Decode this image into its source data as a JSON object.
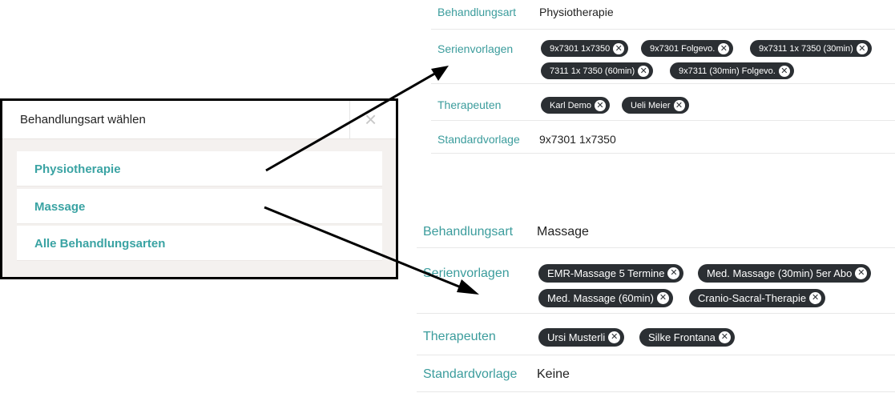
{
  "modal": {
    "title": "Behandlungsart wählen",
    "close_symbol": "×",
    "options": [
      "Physiotherapie",
      "Massage",
      "Alle Behandlungsarten"
    ]
  },
  "panel_physio": {
    "behandlungsart_label": "Behandlungsart",
    "behandlungsart_value": "Physiotherapie",
    "serienvorlagen_label": "Serienvorlagen",
    "serienvorlagen": [
      "9x7301 1x7350",
      "9x7301 Folgevo.",
      "9x7311 1x 7350 (30min)",
      "7311 1x 7350 (60min)",
      "9x7311 (30min) Folgevo."
    ],
    "therapeuten_label": "Therapeuten",
    "therapeuten": [
      "Karl Demo",
      "Ueli Meier"
    ],
    "standardvorlage_label": "Standardvorlage",
    "standardvorlage_value": "9x7301 1x7350"
  },
  "panel_massage": {
    "behandlungsart_label": "Behandlungsart",
    "behandlungsart_value": "Massage",
    "serienvorlagen_label": "Serienvorlagen",
    "serienvorlagen": [
      "EMR-Massage 5 Termine",
      "Med. Massage (30min) 5er Abo",
      "Med. Massage (60min)",
      "Cranio-Sacral-Therapie"
    ],
    "therapeuten_label": "Therapeuten",
    "therapeuten": [
      "Ursi Musterli",
      "Silke Frontana"
    ],
    "standardvorlage_label": "Standardvorlage",
    "standardvorlage_value": "Keine"
  },
  "icons": {
    "chip_remove": "close-circle-icon",
    "modal_close": "close-icon",
    "annotation": "arrow-icon"
  },
  "colors": {
    "label_teal": "#3b9c9c",
    "option_teal": "#3aa3a3",
    "chip_bg": "#2b2f33",
    "modal_body_bg": "#f4f1ef"
  }
}
